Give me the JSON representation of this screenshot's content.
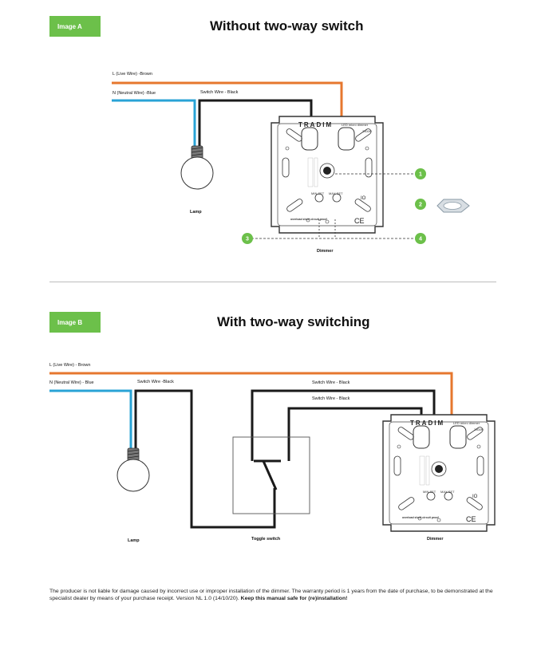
{
  "colors": {
    "accent": "#6cc04a",
    "live": "#e6772e",
    "neutral": "#29a3d6",
    "switch": "#1a1a1a"
  },
  "section_a": {
    "badge": "Image A",
    "title": "Without two-way switch",
    "live_wire": "L (Live Wire) -Brown",
    "neutral_wire": "N (Neutral Wire) -Blue",
    "switch_wire": "Switch Wire - Black",
    "lamp": "Lamp",
    "dimmer": "Dimmer",
    "callouts": [
      "1",
      "2",
      "3",
      "4"
    ]
  },
  "section_b": {
    "badge": "Image B",
    "title": "With two-way switching",
    "live_wire": "L (Live Wire) - Brown",
    "neutral_wire": "N (Neutral Wire) - Blue",
    "switch_wire_1": "Switch Wire -Black",
    "switch_wire_2": "Switch Wire - Black",
    "switch_wire_3": "Switch Wire - Black",
    "lamp": "Lamp",
    "toggle": "Toggle switch",
    "dimmer": "Dimmer"
  },
  "dimmer_device": {
    "brand": "TRADIM",
    "led": "LED micro dimmer",
    "code": "2300H",
    "min_set": "MIN SET",
    "max_set": "MAX SET",
    "overload": "overload short circuit proof",
    "ce": "CE",
    "io": "IO"
  },
  "footer": {
    "text": "The producer is not liable for damage caused by incorrect use or improper installation of the dimmer. The warranty period is 1 years from the date of purchase, to be demonstrated at the specialist dealer by means of your purchase receipt. Version NL 1.0 (14/10/20). ",
    "bold": "Keep this manual safe for (re)installation!"
  }
}
